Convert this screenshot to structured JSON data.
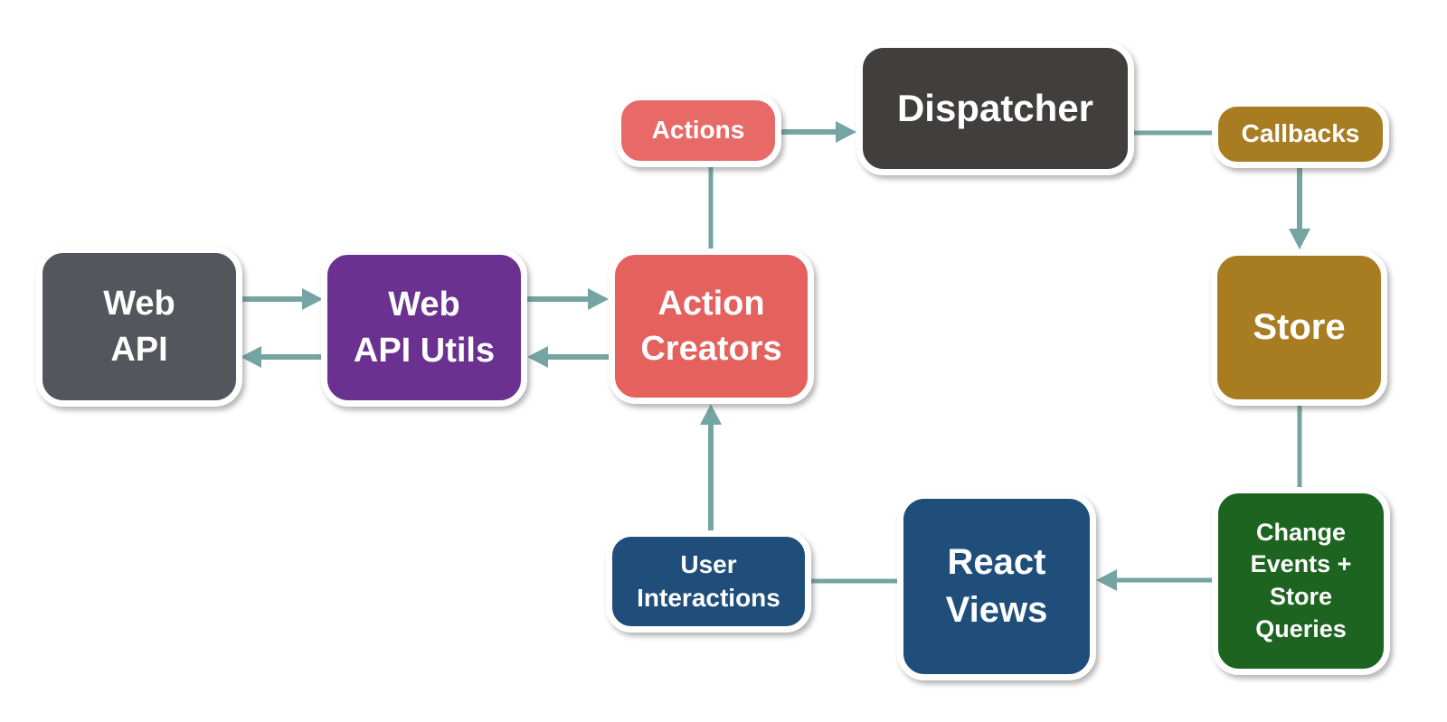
{
  "diagram": {
    "background_color": "#ffffff",
    "arrow_color": "#74a4a3",
    "node_border_color": "#ffffff",
    "node_text_color": "#ffffff"
  },
  "nodes": [
    {
      "id": "web-api",
      "label": "Web API",
      "lines": [
        "Web",
        "API"
      ],
      "color": "#53565c",
      "shape": "box"
    },
    {
      "id": "web-api-utils",
      "label": "Web API Utils",
      "lines": [
        "Web",
        "API Utils"
      ],
      "color": "#6a3190",
      "shape": "box"
    },
    {
      "id": "action-creators",
      "label": "Action Creators",
      "lines": [
        "Action",
        "Creators"
      ],
      "color": "#e5615e",
      "shape": "box"
    },
    {
      "id": "actions",
      "label": "Actions",
      "lines": [
        "Actions"
      ],
      "color": "#e86a67",
      "shape": "pill"
    },
    {
      "id": "dispatcher",
      "label": "Dispatcher",
      "lines": [
        "Dispatcher"
      ],
      "color": "#413e3e",
      "shape": "box"
    },
    {
      "id": "callbacks",
      "label": "Callbacks",
      "lines": [
        "Callbacks"
      ],
      "color": "#a87d22",
      "shape": "pill"
    },
    {
      "id": "store",
      "label": "Store",
      "lines": [
        "Store"
      ],
      "color": "#a87d22",
      "shape": "box"
    },
    {
      "id": "change-events",
      "label": "Change Events + Store Queries",
      "lines": [
        "Change",
        "Events +",
        "Store",
        "Queries"
      ],
      "color": "#1d6421",
      "shape": "box"
    },
    {
      "id": "react-views",
      "label": "React Views",
      "lines": [
        "React",
        "Views"
      ],
      "color": "#1e4e79",
      "shape": "box"
    },
    {
      "id": "user-interactions",
      "label": "User Interactions",
      "lines": [
        "User",
        "Interactions"
      ],
      "color": "#1e4e79",
      "shape": "pill"
    }
  ],
  "edges": [
    {
      "from": "web-api",
      "to": "web-api-utils",
      "arrow": true
    },
    {
      "from": "web-api-utils",
      "to": "web-api",
      "arrow": true
    },
    {
      "from": "web-api-utils",
      "to": "action-creators",
      "arrow": true
    },
    {
      "from": "action-creators",
      "to": "web-api-utils",
      "arrow": true
    },
    {
      "from": "action-creators",
      "to": "actions",
      "arrow": false
    },
    {
      "from": "actions",
      "to": "dispatcher",
      "arrow": true
    },
    {
      "from": "dispatcher",
      "to": "callbacks",
      "arrow": false
    },
    {
      "from": "callbacks",
      "to": "store",
      "arrow": true
    },
    {
      "from": "store",
      "to": "change-events",
      "arrow": false
    },
    {
      "from": "change-events",
      "to": "react-views",
      "arrow": true
    },
    {
      "from": "react-views",
      "to": "user-interactions",
      "arrow": false
    },
    {
      "from": "user-interactions",
      "to": "action-creators",
      "arrow": true
    }
  ]
}
